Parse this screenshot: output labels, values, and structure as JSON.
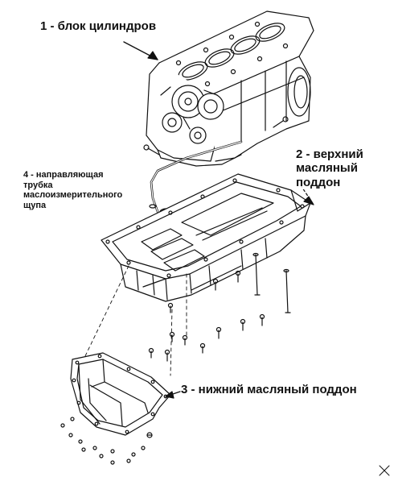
{
  "labels": {
    "cylinder_block": "1 - блок цилиндров",
    "upper_oil_pan": [
      "2 - верхний",
      "масляный",
      "поддон"
    ],
    "dipstick_tube": [
      "4 - направляющая",
      "трубка",
      "маслоизмерительного",
      "щупа"
    ],
    "lower_oil_pan": "3 - нижний масляный поддон"
  },
  "colors": {
    "ink": "#111111",
    "background": "#ffffff"
  }
}
